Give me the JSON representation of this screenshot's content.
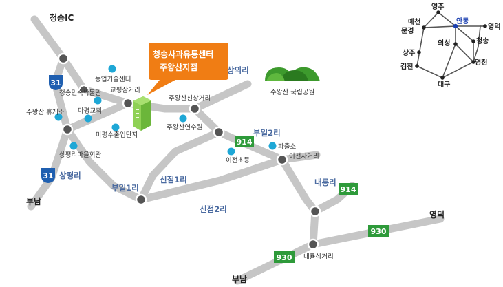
{
  "map": {
    "places": {
      "cheongsong_ic": "청송IC",
      "bunam_west": "부남",
      "bunam_south": "부남",
      "yeongdeok": "영덕"
    },
    "villages": {
      "sangui": "상의리",
      "sangpyeong": "상평리",
      "buil2": "부일2리",
      "buil1": "부일1리",
      "sinjeom1": "신점1리",
      "sinjeom2": "신점2리",
      "naeryong": "내룡리"
    },
    "intersections": {
      "gyopyeong": "교평삼거리",
      "juwangsan_sinsang": "주왕산신상거리",
      "ijeon": "이전사거리",
      "naeryong": "내룡삼거리"
    },
    "pois": {
      "agri_tech": "농업기술센터",
      "folk_museum": "청송민속박물관",
      "mapyeong_church": "마평교회",
      "rest_area": "주왕산 휴게소",
      "export_complex": "마평수출입단지",
      "sangpyeong_hall": "상평리마을회관",
      "arboretum": "주왕산연수원",
      "police_box": "파출소",
      "ijeon_school": "이전초등"
    },
    "park": "주왕산 국립공원",
    "callout": {
      "line1": "청송사과유통센터",
      "line2": "주왕산지점"
    },
    "routes": {
      "r31_top": "31",
      "r31_bottom": "31",
      "r914_mid": "914",
      "r914_right": "914",
      "r930_right": "930",
      "r930_left": "930"
    }
  },
  "inset": {
    "cities": {
      "yeongju": "영주",
      "yecheon": "예천",
      "andong": "안동",
      "yeongdeok": "영덕",
      "mungyeong": "문경",
      "uiseong": "의성",
      "cheongsong": "청송",
      "sangju": "상주",
      "gimcheon": "김천",
      "yeongcheon": "영천",
      "daegu": "대구"
    },
    "andong_color": "#1a3fb0"
  },
  "colors": {
    "road": "#c6c6c6",
    "callout": "#f07d14",
    "route_green": "#2e9a3a",
    "route_blue": "#1f5fb0",
    "poi": "#1ea7d6",
    "building": "#7cc243"
  }
}
